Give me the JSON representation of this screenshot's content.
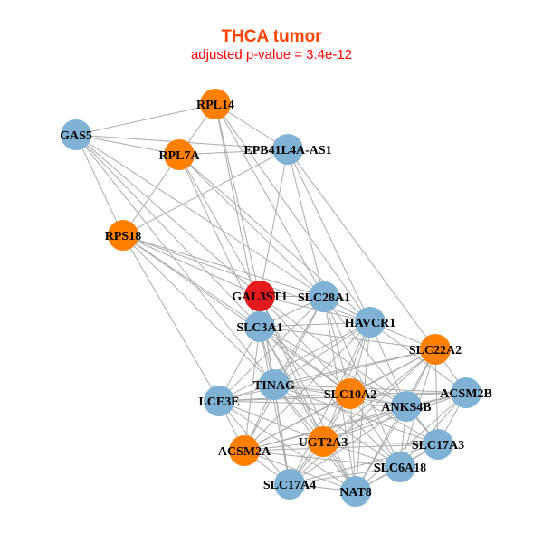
{
  "title": "THCA tumor",
  "subtitle": "adjusted p-value = 3.4e-12",
  "colors": {
    "blue": "#7fb2d5",
    "orange": "#ff7f00",
    "red": "#e41a1c",
    "edge": "#aaaaaa"
  },
  "nodes": [
    {
      "label": "RPL14",
      "color": "orange"
    },
    {
      "label": "GAS5",
      "color": "blue"
    },
    {
      "label": "RPL7A",
      "color": "orange"
    },
    {
      "label": "EPB41L4A-AS1",
      "color": "blue"
    },
    {
      "label": "RPS18",
      "color": "orange"
    },
    {
      "label": "GAL3ST1",
      "color": "red"
    },
    {
      "label": "SLC28A1",
      "color": "blue"
    },
    {
      "label": "HAVCR1",
      "color": "blue"
    },
    {
      "label": "SLC3A1",
      "color": "blue"
    },
    {
      "label": "SLC22A2",
      "color": "orange"
    },
    {
      "label": "TINAG",
      "color": "blue"
    },
    {
      "label": "LCE3E",
      "color": "blue"
    },
    {
      "label": "SLC10A2",
      "color": "orange"
    },
    {
      "label": "ACSM2B",
      "color": "blue"
    },
    {
      "label": "ANKS4B",
      "color": "blue"
    },
    {
      "label": "UGT2A3",
      "color": "orange"
    },
    {
      "label": "ACSM2A",
      "color": "orange"
    },
    {
      "label": "SLC17A3",
      "color": "blue"
    },
    {
      "label": "SLC6A18",
      "color": "blue"
    },
    {
      "label": "SLC17A4",
      "color": "blue"
    },
    {
      "label": "NAT8",
      "color": "blue"
    }
  ],
  "edges": [
    [
      "GAS5",
      "RPL14"
    ],
    [
      "GAS5",
      "RPL7A"
    ],
    [
      "GAS5",
      "EPB41L4A-AS1"
    ],
    [
      "GAS5",
      "RPS18"
    ],
    [
      "GAS5",
      "SLC28A1"
    ],
    [
      "GAS5",
      "GAL3ST1"
    ],
    [
      "GAS5",
      "SLC3A1"
    ],
    [
      "GAS5",
      "TINAG"
    ],
    [
      "RPL14",
      "RPL7A"
    ],
    [
      "RPL14",
      "EPB41L4A-AS1"
    ],
    [
      "RPL14",
      "GAL3ST1"
    ],
    [
      "RPL14",
      "SLC3A1"
    ],
    [
      "RPL14",
      "SLC28A1"
    ],
    [
      "RPL14",
      "HAVCR1"
    ],
    [
      "RPL7A",
      "EPB41L4A-AS1"
    ],
    [
      "RPL7A",
      "RPS18"
    ],
    [
      "RPL7A",
      "GAL3ST1"
    ],
    [
      "RPL7A",
      "SLC28A1"
    ],
    [
      "RPL7A",
      "SLC3A1"
    ],
    [
      "RPL7A",
      "HAVCR1"
    ],
    [
      "EPB41L4A-AS1",
      "RPS18"
    ],
    [
      "EPB41L4A-AS1",
      "GAL3ST1"
    ],
    [
      "EPB41L4A-AS1",
      "SLC28A1"
    ],
    [
      "EPB41L4A-AS1",
      "HAVCR1"
    ],
    [
      "EPB41L4A-AS1",
      "SLC22A2"
    ],
    [
      "RPS18",
      "LCE3E"
    ],
    [
      "RPS18",
      "GAL3ST1"
    ],
    [
      "RPS18",
      "SLC28A1"
    ],
    [
      "RPS18",
      "SLC3A1"
    ],
    [
      "RPS18",
      "HAVCR1"
    ],
    [
      "RPS18",
      "TINAG"
    ],
    [
      "RPS18",
      "SLC10A2"
    ],
    [
      "GAL3ST1",
      "SLC28A1"
    ],
    [
      "GAL3ST1",
      "SLC3A1"
    ],
    [
      "GAL3ST1",
      "HAVCR1"
    ],
    [
      "GAL3ST1",
      "TINAG"
    ],
    [
      "GAL3ST1",
      "SLC10A2"
    ],
    [
      "GAL3ST1",
      "UGT2A3"
    ],
    [
      "GAL3ST1",
      "SLC17A4"
    ],
    [
      "GAL3ST1",
      "NAT8"
    ],
    [
      "GAL3ST1",
      "ANKS4B"
    ],
    [
      "SLC28A1",
      "HAVCR1"
    ],
    [
      "SLC28A1",
      "SLC3A1"
    ],
    [
      "SLC28A1",
      "LCE3E"
    ],
    [
      "SLC28A1",
      "TINAG"
    ],
    [
      "SLC28A1",
      "SLC10A2"
    ],
    [
      "SLC28A1",
      "ACSM2A"
    ],
    [
      "SLC28A1",
      "SLC6A18"
    ],
    [
      "SLC28A1",
      "SLC17A3"
    ],
    [
      "SLC28A1",
      "NAT8"
    ],
    [
      "HAVCR1",
      "SLC3A1"
    ],
    [
      "HAVCR1",
      "SLC22A2"
    ],
    [
      "HAVCR1",
      "TINAG"
    ],
    [
      "HAVCR1",
      "LCE3E"
    ],
    [
      "HAVCR1",
      "SLC10A2"
    ],
    [
      "HAVCR1",
      "ACSM2B"
    ],
    [
      "HAVCR1",
      "ANKS4B"
    ],
    [
      "HAVCR1",
      "UGT2A3"
    ],
    [
      "HAVCR1",
      "ACSM2A"
    ],
    [
      "HAVCR1",
      "SLC17A4"
    ],
    [
      "HAVCR1",
      "NAT8"
    ],
    [
      "SLC3A1",
      "TINAG"
    ],
    [
      "SLC3A1",
      "LCE3E"
    ],
    [
      "SLC3A1",
      "SLC10A2"
    ],
    [
      "SLC3A1",
      "SLC22A2"
    ],
    [
      "SLC3A1",
      "UGT2A3"
    ],
    [
      "SLC3A1",
      "ACSM2A"
    ],
    [
      "SLC3A1",
      "SLC17A4"
    ],
    [
      "SLC3A1",
      "NAT8"
    ],
    [
      "SLC3A1",
      "SLC6A18"
    ],
    [
      "SLC3A1",
      "ANKS4B"
    ],
    [
      "SLC22A2",
      "TINAG"
    ],
    [
      "SLC22A2",
      "LCE3E"
    ],
    [
      "SLC22A2",
      "SLC10A2"
    ],
    [
      "SLC22A2",
      "ACSM2B"
    ],
    [
      "SLC22A2",
      "ANKS4B"
    ],
    [
      "SLC22A2",
      "UGT2A3"
    ],
    [
      "SLC22A2",
      "ACSM2A"
    ],
    [
      "SLC22A2",
      "SLC17A3"
    ],
    [
      "SLC22A2",
      "SLC6A18"
    ],
    [
      "SLC22A2",
      "SLC17A4"
    ],
    [
      "SLC22A2",
      "NAT8"
    ],
    [
      "TINAG",
      "LCE3E"
    ],
    [
      "TINAG",
      "SLC10A2"
    ],
    [
      "TINAG",
      "ACSM2B"
    ],
    [
      "TINAG",
      "ANKS4B"
    ],
    [
      "TINAG",
      "UGT2A3"
    ],
    [
      "TINAG",
      "ACSM2A"
    ],
    [
      "TINAG",
      "SLC17A3"
    ],
    [
      "TINAG",
      "SLC6A18"
    ],
    [
      "TINAG",
      "SLC17A4"
    ],
    [
      "TINAG",
      "NAT8"
    ],
    [
      "LCE3E",
      "SLC10A2"
    ],
    [
      "LCE3E",
      "UGT2A3"
    ],
    [
      "LCE3E",
      "ACSM2A"
    ],
    [
      "LCE3E",
      "SLC17A4"
    ],
    [
      "LCE3E",
      "NAT8"
    ],
    [
      "LCE3E",
      "ANKS4B"
    ],
    [
      "LCE3E",
      "ACSM2B"
    ],
    [
      "SLC10A2",
      "ACSM2B"
    ],
    [
      "SLC10A2",
      "ANKS4B"
    ],
    [
      "SLC10A2",
      "UGT2A3"
    ],
    [
      "SLC10A2",
      "ACSM2A"
    ],
    [
      "SLC10A2",
      "SLC17A3"
    ],
    [
      "SLC10A2",
      "SLC6A18"
    ],
    [
      "SLC10A2",
      "SLC17A4"
    ],
    [
      "SLC10A2",
      "NAT8"
    ],
    [
      "ACSM2B",
      "ANKS4B"
    ],
    [
      "ACSM2B",
      "UGT2A3"
    ],
    [
      "ACSM2B",
      "SLC17A3"
    ],
    [
      "ACSM2B",
      "SLC6A18"
    ],
    [
      "ACSM2B",
      "NAT8"
    ],
    [
      "ACSM2B",
      "ACSM2A"
    ],
    [
      "ANKS4B",
      "UGT2A3"
    ],
    [
      "ANKS4B",
      "ACSM2A"
    ],
    [
      "ANKS4B",
      "SLC17A3"
    ],
    [
      "ANKS4B",
      "SLC6A18"
    ],
    [
      "ANKS4B",
      "SLC17A4"
    ],
    [
      "ANKS4B",
      "NAT8"
    ],
    [
      "UGT2A3",
      "ACSM2A"
    ],
    [
      "UGT2A3",
      "SLC17A3"
    ],
    [
      "UGT2A3",
      "SLC6A18"
    ],
    [
      "UGT2A3",
      "SLC17A4"
    ],
    [
      "UGT2A3",
      "NAT8"
    ],
    [
      "ACSM2A",
      "SLC17A4"
    ],
    [
      "ACSM2A",
      "NAT8"
    ],
    [
      "ACSM2A",
      "SLC6A18"
    ],
    [
      "ACSM2A",
      "SLC17A3"
    ],
    [
      "SLC17A3",
      "SLC6A18"
    ],
    [
      "SLC17A3",
      "NAT8"
    ],
    [
      "SLC17A3",
      "SLC17A4"
    ],
    [
      "SLC6A18",
      "NAT8"
    ],
    [
      "SLC6A18",
      "SLC17A4"
    ],
    [
      "SLC17A4",
      "NAT8"
    ]
  ]
}
